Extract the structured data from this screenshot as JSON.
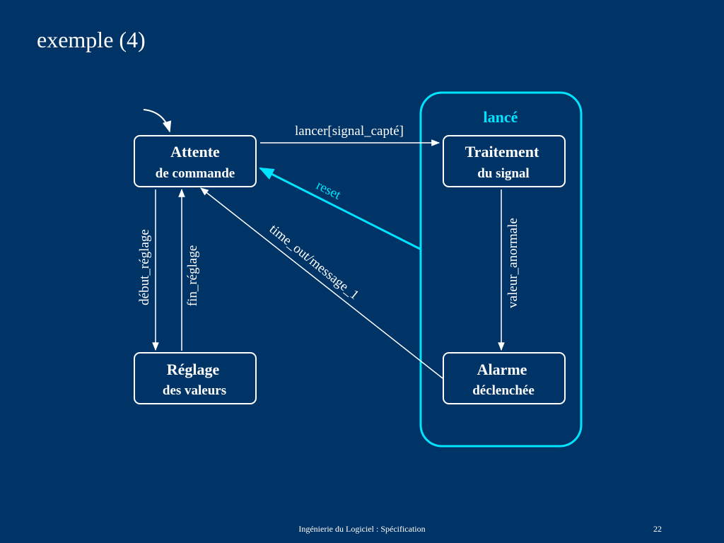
{
  "slide": {
    "title": "exemple (4)",
    "footer": "Ingénierie du Logiciel : Spécification",
    "page_number": "22"
  },
  "colors": {
    "background": "#003366",
    "foreground": "#ffffff",
    "accent": "#00e5ff"
  },
  "diagram": {
    "group": {
      "label": "lancé"
    },
    "states": {
      "attente": {
        "line1": "Attente",
        "line2": "de commande"
      },
      "traitement": {
        "line1": "Traitement",
        "line2": "du signal"
      },
      "reglage": {
        "line1": "Réglage",
        "line2": "des valeurs"
      },
      "alarme": {
        "line1": "Alarme",
        "line2": "déclenchée"
      }
    },
    "transitions": {
      "lancer": "lancer[signal_capté]",
      "reset": "reset",
      "time_out": "time_out/message_1",
      "debut_reglage": "début_réglage",
      "fin_reglage": "fin_réglage",
      "valeur_anormale": "valeur_anormale"
    }
  }
}
